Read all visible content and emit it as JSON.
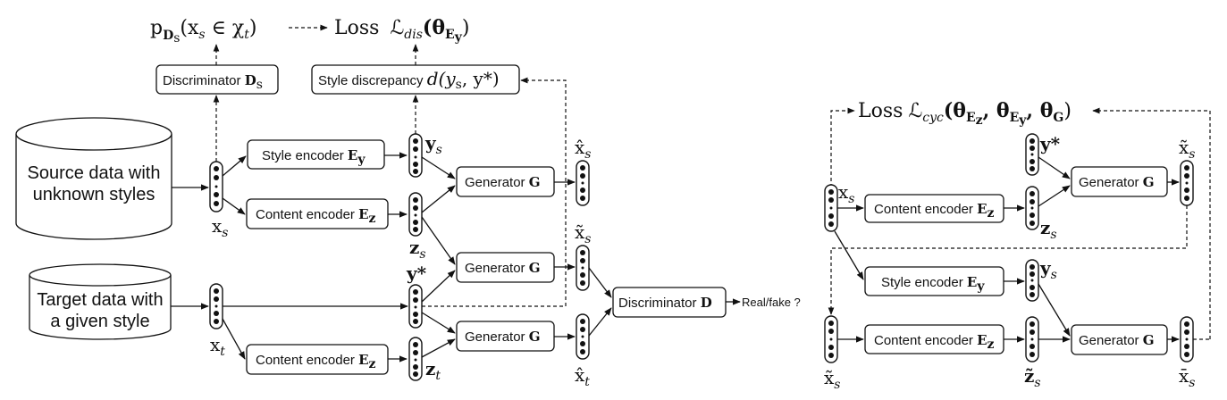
{
  "left": {
    "top_formula": {
      "p": "p",
      "p_sub": "D",
      "p_sub2": "s",
      "arg": "(x",
      "arg_sub": "s",
      "arg_rest": " ∈ χ",
      "arg_sub2": "t",
      "close": ")"
    },
    "top_loss": {
      "label": "Loss",
      "L": "ℒ",
      "L_sub": "dis",
      "theta": "(θ",
      "theta_sub": "E",
      "theta_sub2": "y",
      "close": ")"
    },
    "discriminator_s": {
      "label": "Discriminator ",
      "sym": "D",
      "sub": "s"
    },
    "style_discrepancy": {
      "label": "Style discrepancy ",
      "expr": "d(y",
      "sub": "s",
      "rest": ", y*)"
    },
    "source_db": {
      "line1": "Source data with",
      "line2": "unknown styles"
    },
    "target_db": {
      "line1": "Target data with",
      "line2": "a given style"
    },
    "style_encoder": {
      "label": "Style encoder ",
      "sym": "E",
      "sub": "y"
    },
    "content_encoder_1": {
      "label": "Content encoder ",
      "sym": "E",
      "sub": "z"
    },
    "content_encoder_2": {
      "label": "Content encoder ",
      "sym": "E",
      "sub": "z"
    },
    "generator_1": {
      "label": "Generator ",
      "sym": "G"
    },
    "generator_2": {
      "label": "Generator ",
      "sym": "G"
    },
    "generator_3": {
      "label": "Generator ",
      "sym": "G"
    },
    "discriminator": {
      "label": "Discriminator ",
      "sym": "D"
    },
    "real_fake": "Real/fake ?",
    "vars": {
      "xs": "x",
      "xs_sub": "s",
      "ys": "y",
      "ys_sub": "s",
      "zs": "z",
      "zs_sub": "s",
      "ystar": "y*",
      "xt": "x",
      "xt_sub": "t",
      "zt": "z",
      "zt_sub": "t",
      "xhat_s": "x̂",
      "xhat_s_sub": "s",
      "xtilde_s": "x̃",
      "xtilde_s_sub": "s",
      "xhat_t": "x̂",
      "xhat_t_sub": "t"
    }
  },
  "right": {
    "loss": {
      "label": "Loss",
      "L": "ℒ",
      "L_sub": "cyc",
      "args": "(θ",
      "a1": "E",
      "a1s": "z",
      "mid": ", θ",
      "a2": "E",
      "a2s": "y",
      "mid2": ", θ",
      "a3": "G",
      "close": ")"
    },
    "content_encoder_1": {
      "label": "Content encoder ",
      "sym": "E",
      "sub": "z"
    },
    "content_encoder_2": {
      "label": "Content encoder ",
      "sym": "E",
      "sub": "z"
    },
    "style_encoder": {
      "label": "Style encoder ",
      "sym": "E",
      "sub": "y"
    },
    "generator_1": {
      "label": "Generator ",
      "sym": "G"
    },
    "generator_2": {
      "label": "Generator ",
      "sym": "G"
    },
    "vars": {
      "xs": "x",
      "xs_sub": "s",
      "ystar": "y*",
      "zs": "z",
      "zs_sub": "s",
      "xtilde_s": "x̃",
      "xtilde_s_sub": "s",
      "ys": "y",
      "ys_sub": "s",
      "xtilde_s2": "x̃",
      "xtilde_s2_sub": "s",
      "ztilde_s": "z̃",
      "ztilde_s_sub": "s",
      "xbar_s": "x̄",
      "xbar_s_sub": "s"
    }
  }
}
